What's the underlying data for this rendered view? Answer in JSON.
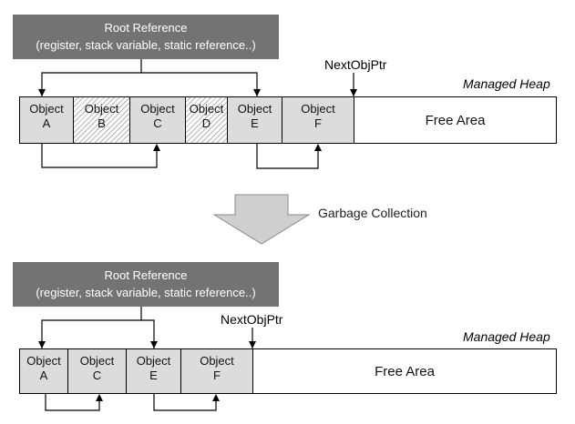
{
  "colors": {
    "root_bg": "#737373",
    "object_bg": "#dcdcdc",
    "arrow_bg": "#cfcfcf"
  },
  "before": {
    "root": {
      "line1": "Root Reference",
      "line2": "(register, stack variable, static reference..)"
    },
    "pointer_label": "NextObjPtr",
    "heap_label": "Managed Heap",
    "cells": [
      {
        "l1": "Object",
        "l2": "A"
      },
      {
        "l1": "Object",
        "l2": "B"
      },
      {
        "l1": "Object",
        "l2": "C"
      },
      {
        "l1": "Object",
        "l2": "D"
      },
      {
        "l1": "Object",
        "l2": "E"
      },
      {
        "l1": "Object",
        "l2": "F"
      }
    ],
    "free_label": "Free Area"
  },
  "process_label": "Garbage Collection",
  "after": {
    "root": {
      "line1": "Root Reference",
      "line2": "(register, stack variable, static reference..)"
    },
    "pointer_label": "NextObjPtr",
    "heap_label": "Managed Heap",
    "cells": [
      {
        "l1": "Object",
        "l2": "A"
      },
      {
        "l1": "Object",
        "l2": "C"
      },
      {
        "l1": "Object",
        "l2": "E"
      },
      {
        "l1": "Object",
        "l2": "F"
      }
    ],
    "free_label": "Free Area"
  }
}
